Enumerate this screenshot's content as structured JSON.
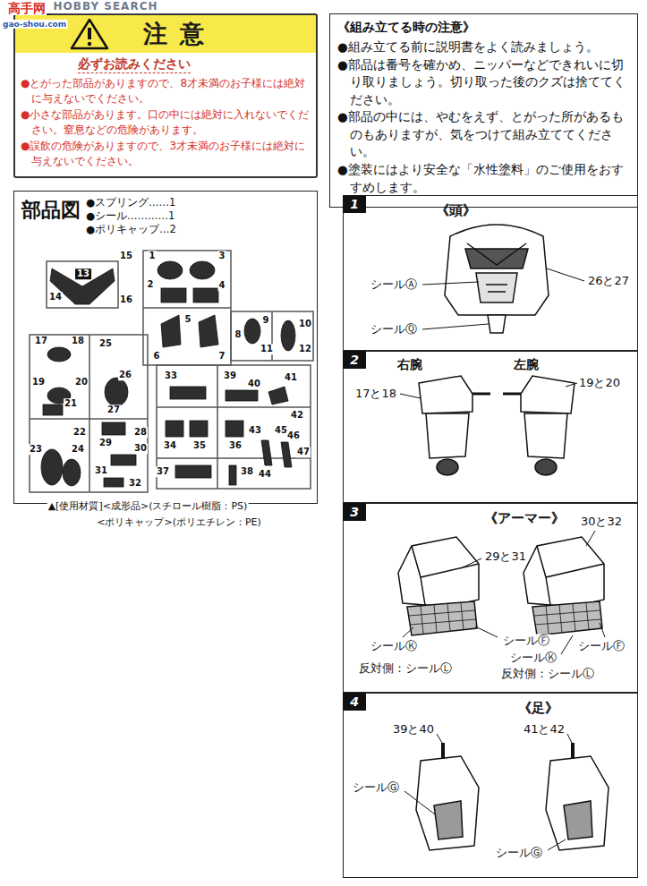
{
  "diagram": {
    "nodes": [
      {
        "text": [
          "注 意",
          "必ずお読みください",
          "●とがった部品がありますので、8才未満のお子様には絶対に与えないでください。",
          "●小さな部品があります。口の中には絶対に入れないでください。窒息などの危険があります。",
          "●誤飲の危険がありますので、3才未満のお子様には絶対に与えないでください。"
        ]
      },
      {
        "text": [
          "《組み立てる時の注意》",
          "●組み立てる前に説明書をよく読みましょう。",
          "●部品は番号を確かめ、ニッパーなどできれいに切り取りましょう。切り取った後のクズは捨ててください。",
          "●部品の中には、やむをえず、とがった所があるものもありますが、気をつけて組み立ててください。",
          "●塗装にはより安全な「水性塗料」のご使用をおすすめします。"
        ]
      },
      {
        "text": [
          "部品図",
          "●スプリング……1",
          "●シール…………1",
          "●ポリキャップ…2"
        ]
      },
      {
        "text": [
          "1",
          "《頭》"
        ]
      },
      {
        "text": [
          "2",
          "右腕",
          "左腕"
        ]
      },
      {
        "text": [
          "3",
          "《アーマー》"
        ]
      },
      {
        "text": [
          "4",
          "《足》"
        ]
      }
    ],
    "labels": [
      "高手网",
      "gao-shou.com",
      "HOBBY SEARCH",
      "1",
      "2",
      "3",
      "4",
      "5",
      "6",
      "7",
      "8",
      "9",
      "10",
      "11",
      "12",
      "13",
      "14",
      "15",
      "16",
      "17",
      "18",
      "19",
      "20",
      "21",
      "22",
      "23",
      "24",
      "25",
      "26",
      "27",
      "28",
      "29",
      "30",
      "31",
      "32",
      "33",
      "34",
      "35",
      "36",
      "37",
      "38",
      "39",
      "40",
      "41",
      "42",
      "43",
      "44",
      "45",
      "46",
      "47",
      "▲[使用材質]<成形品>(スチロール樹脂：PS)",
      "<ポリキャップ>(ポリエチレン：PE)",
      "シールⒶ",
      "シールⓆ",
      "26と27",
      "17と18",
      "19と20",
      "30と32",
      "29と31",
      "シールⓀ",
      "シールⒻ",
      "反対側：シールⓁ",
      "シールⓀ",
      "シールⒻ",
      "反対側：シールⓁ",
      "39と40",
      "41と42",
      "シールⒼ",
      "シールⒼ"
    ]
  }
}
